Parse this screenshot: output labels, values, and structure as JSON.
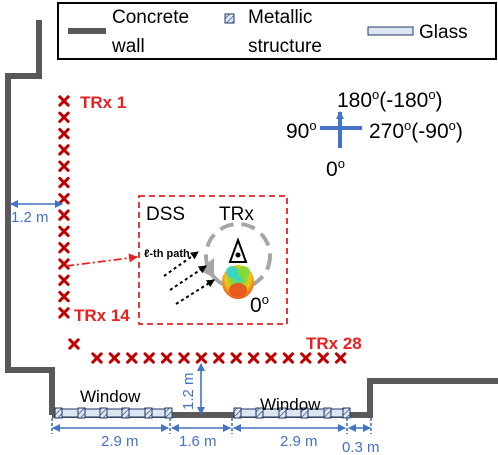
{
  "legend": {
    "concrete_label_1": "Concrete",
    "concrete_label_2": "wall",
    "metal_label_1": "Metallic",
    "metal_label_2": "structure",
    "glass_label": "Glass"
  },
  "compass": {
    "top": "180o(-180o)",
    "top_a": "180",
    "top_b": "o",
    "top_c": "(-180",
    "top_d": "o",
    "top_e": ")",
    "left_a": "90",
    "left_b": "o",
    "right_a": "270",
    "right_b": "o",
    "right_c": "(-90",
    "right_d": "o",
    "right_e": ")",
    "bottom_a": "0",
    "bottom_b": "o"
  },
  "trx_labels": {
    "trx1": "TRx 1",
    "trx14": "TRx 14",
    "trx28": "TRx 28"
  },
  "dss_box": {
    "dss_label": "DSS",
    "trx_label": "TRx",
    "path_label": "ℓ-th path",
    "angle_a": "0",
    "angle_b": "o"
  },
  "dimensions": {
    "left_gap": "1.2 m",
    "vertical_gap": "1.2 m",
    "window1_width": "2.9 m",
    "middle_width": "1.6 m",
    "window2_width": "2.9 m",
    "right_width": "0.3 m"
  },
  "windows": {
    "window1": "Window",
    "window2": "Window"
  },
  "colors": {
    "wall": "#595959",
    "marker_red": "#c00000",
    "label_red": "#e8201e",
    "blue": "#4472c4",
    "dim_text": "#4472c4",
    "glass_fill": "#dce6f2",
    "dss_box": "#e8201e"
  }
}
